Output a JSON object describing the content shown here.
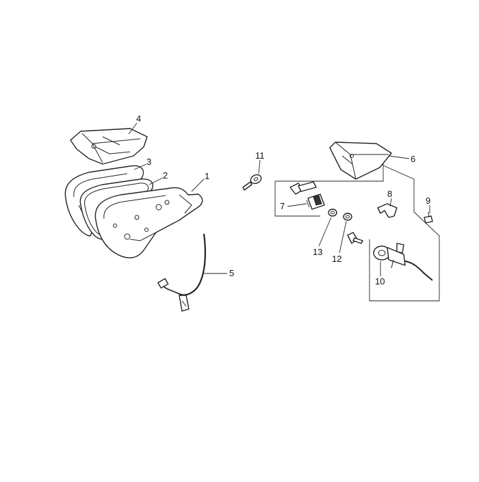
{
  "callouts": {
    "c1": "1",
    "c2": "2",
    "c3": "3",
    "c4": "4",
    "c5": "5",
    "c6": "6",
    "c7": "7",
    "c8": "8",
    "c9": "9",
    "c10": "10",
    "c11": "11",
    "c12": "12",
    "c13": "13"
  },
  "colors": {
    "line": "#222222",
    "background": "#ffffff"
  }
}
